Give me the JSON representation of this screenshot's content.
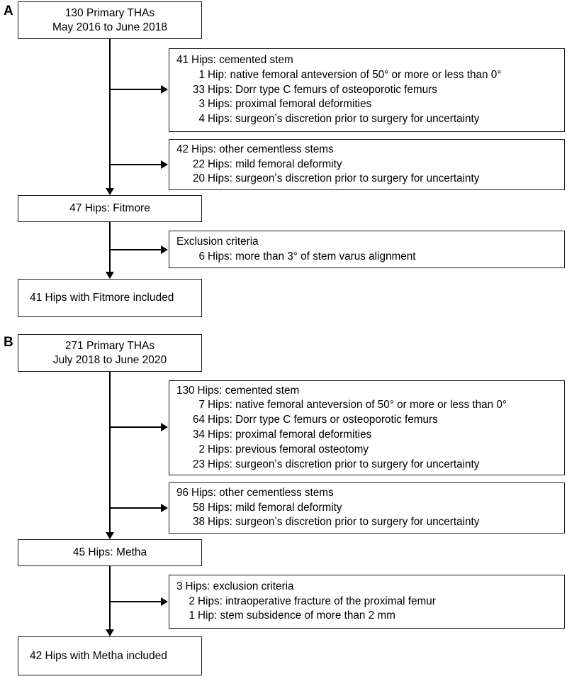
{
  "figure": {
    "type": "flowchart",
    "panels": [
      {
        "letter": "A",
        "start_box": "130 Primary THAs\nMay 2016 to June 2018",
        "exclusions": [
          {
            "header": {
              "num": "41",
              "text": "Hips: cemented stem"
            },
            "lines": [
              {
                "num": "1",
                "text": "Hip: native femoral anteversion of 50° or more or less than 0°"
              },
              {
                "num": "33",
                "text": "Hips: Dorr type C femurs of osteoporotic femurs"
              },
              {
                "num": "3",
                "text": "Hips: proximal femoral deformities"
              },
              {
                "num": "4",
                "text": "Hips: surgeonʼs discretion prior to surgery for uncertainty"
              }
            ]
          },
          {
            "header": {
              "num": "42",
              "text": "Hips: other cementless stems"
            },
            "lines": [
              {
                "num": "22",
                "text": "Hips: mild femoral deformity"
              },
              {
                "num": "20",
                "text": "Hips: surgeonʼs discretion prior to surgery for uncertainty"
              }
            ]
          }
        ],
        "mid_box": "47 Hips: Fitmore",
        "criteria_box": {
          "header": {
            "num": "",
            "text": "Exclusion criteria"
          },
          "lines": [
            {
              "num": "6",
              "text": "Hips: more than 3° of stem varus alignment"
            }
          ]
        },
        "end_box": "41 Hips with Fitmore included"
      },
      {
        "letter": "B",
        "start_box": "271 Primary THAs\nJuly 2018 to June 2020",
        "exclusions": [
          {
            "header": {
              "num": "130",
              "text": "Hips: cemented stem"
            },
            "lines": [
              {
                "num": "7",
                "text": "Hips: native femoral anteversion of 50° or more or less than 0°"
              },
              {
                "num": "64",
                "text": "Hips: Dorr type C femurs or osteoporotic femurs"
              },
              {
                "num": "34",
                "text": "Hips: proximal femoral deformities"
              },
              {
                "num": "2",
                "text": "Hips: previous femoral osteotomy"
              },
              {
                "num": "23",
                "text": "Hips: surgeonʼs discretion prior to surgery for uncertainty"
              }
            ]
          },
          {
            "header": {
              "num": "96",
              "text": "Hips: other cementless stems"
            },
            "lines": [
              {
                "num": "58",
                "text": "Hips: mild femoral deformity"
              },
              {
                "num": "38",
                "text": "Hips: surgeonʼs discretion prior to surgery for uncertainty"
              }
            ]
          }
        ],
        "mid_box": "45 Hips: Metha",
        "criteria_box": {
          "header": {
            "num": "3",
            "text": "Hips: exclusion criteria"
          },
          "lines": [
            {
              "num": "2",
              "text": "Hips: intraoperative fracture of the proximal femur"
            },
            {
              "num": "1",
              "text": "Hip: stem subsidence of more than 2 mm"
            }
          ]
        },
        "end_box": "42 Hips with Metha included"
      }
    ],
    "colors": {
      "stroke": "#1a1a1a",
      "text": "#000000",
      "background": "#ffffff"
    }
  }
}
